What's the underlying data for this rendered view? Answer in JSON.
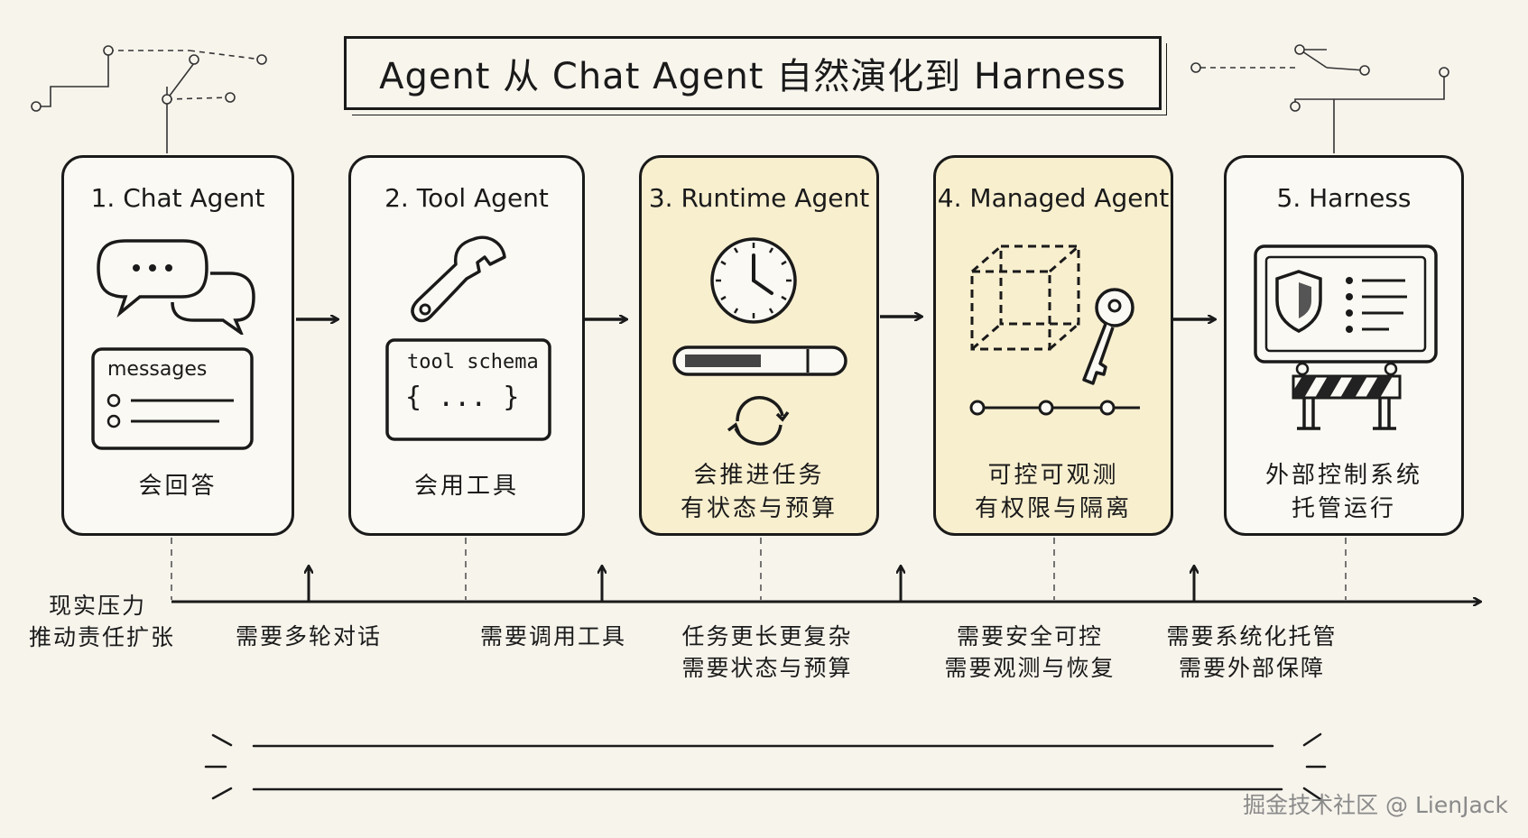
{
  "title": "Agent 从 Chat Agent 自然演化到 Harness",
  "stages": [
    {
      "title": "1. Chat Agent",
      "panel_label": "messages",
      "description": [
        "会回答"
      ],
      "icons": [
        "chat-bubbles-icon",
        "message-list-icon"
      ]
    },
    {
      "title": "2. Tool Agent",
      "panel_label": "tool schema",
      "panel_body": "{ ... }",
      "description": [
        "会用工具"
      ],
      "icons": [
        "wrench-icon",
        "schema-panel-icon"
      ]
    },
    {
      "title": "3. Runtime Agent",
      "description": [
        "会推进任务",
        "有状态与预算"
      ],
      "icons": [
        "clock-icon",
        "progress-bar-icon",
        "refresh-cycle-icon"
      ]
    },
    {
      "title": "4. Managed Agent",
      "description": [
        "可控可观测",
        "有权限与隔离"
      ],
      "icons": [
        "dashed-cube-icon",
        "key-icon",
        "node-timeline-icon"
      ]
    },
    {
      "title": "5. Harness",
      "description": [
        "外部控制系统",
        "托管运行"
      ],
      "icons": [
        "monitor-shield-icon",
        "barrier-icon"
      ]
    }
  ],
  "timeline": {
    "start_label": [
      "现实压力",
      "推动责任扩张"
    ],
    "pressures": [
      [
        "需要多轮对话"
      ],
      [
        "需要调用工具"
      ],
      [
        "任务更长更复杂",
        "需要状态与预算"
      ],
      [
        "需要安全可控",
        "需要观测与恢复"
      ],
      [
        "需要系统化托管",
        "需要外部保障"
      ]
    ]
  },
  "watermark": "掘金技术社区 @ LienJack",
  "colors": {
    "background": "#f7f4ec",
    "ink": "#1a1a1a",
    "highlight_card": "#f8efcf",
    "plain_card": "#fbf9f3",
    "watermark": "#8a8a8a"
  }
}
